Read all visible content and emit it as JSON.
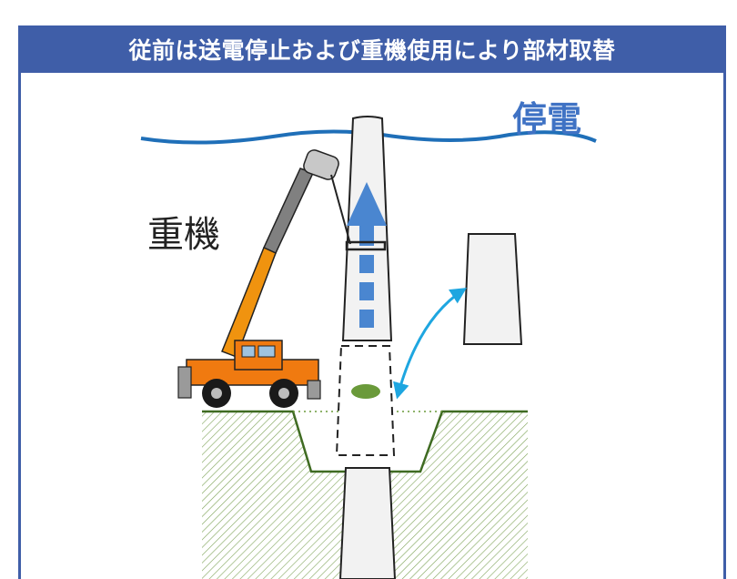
{
  "header": {
    "title": "従前は送電停止および重機使用により部材取替"
  },
  "labels": {
    "power_outage": "停電",
    "heavy_machinery": "重機"
  },
  "colors": {
    "header_bg": "#3F5EA8",
    "power_line": "#1F6FB8",
    "arrow": "#4A86D0",
    "curved_arrow": "#1EA6E0",
    "ground": "#3F6B22",
    "crane_boom": "#F0930F",
    "crane_body": "#F07A10",
    "disc": "#6A9A3A"
  },
  "icons": [
    "crane-icon"
  ]
}
